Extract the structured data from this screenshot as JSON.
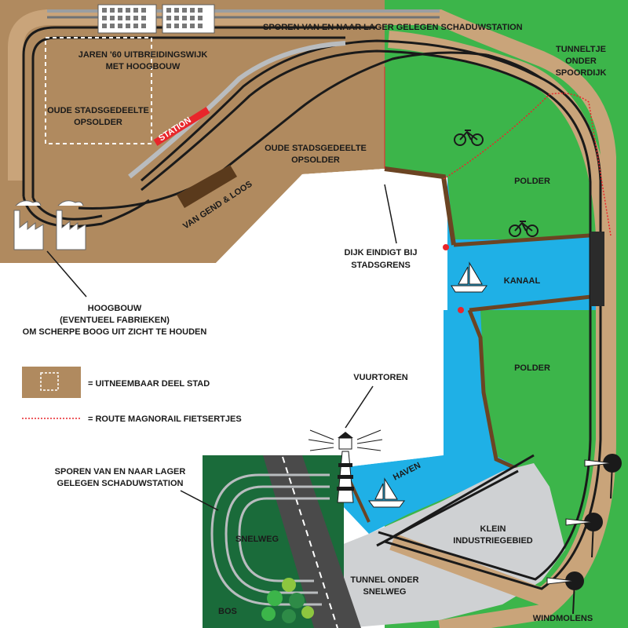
{
  "colors": {
    "city": "#b08a5f",
    "polder": "#3cb54a",
    "water": "#1fb0e6",
    "forest": "#1a6b3a",
    "industry": "#cfd1d3",
    "road": "#4a4a4a",
    "dike": "#6b4423",
    "track": "#1a1a1a",
    "station": "#e8262b",
    "bike_route": "#e8262b"
  },
  "labels": {
    "top_track": "SPOREN VAN EN NAAR LAGER GELEGEN SCHADUWSTATION",
    "jaren60": [
      "JAREN '60 UITBREIDINGSWIJK",
      "MET HOOGBOUW"
    ],
    "oude_stad_left": [
      "OUDE STADSGEDEELTE",
      "OPSOLDER"
    ],
    "station": "STATION",
    "oude_stad_right": [
      "OUDE STADSGEDEELTE",
      "OPSOLDER"
    ],
    "van_gend": "VAN GEND & LOOS",
    "tunneltje": [
      "TUNNELTJE",
      "ONDER",
      "SPOORDIJK"
    ],
    "polder_top": "POLDER",
    "dijk": [
      "DIJK EINDIGT BIJ",
      "STADSGRENS"
    ],
    "kanaal": "KANAAL",
    "polder_bottom": "POLDER",
    "hoogbouw": [
      "HOOGBOUW",
      "(EVENTUEEL FABRIEKEN)",
      "OM SCHERPE BOOG UIT ZICHT TE HOUDEN"
    ],
    "vuurtoren": "VUURTOREN",
    "haven": "HAVEN",
    "industrie": [
      "KLEIN",
      "INDUSTRIEGEBIED"
    ],
    "sporen_bottom": [
      "SPOREN VAN EN NAAR LAGER",
      "GELEGEN SCHADUWSTATION"
    ],
    "snelweg": "SNELWEG",
    "bos": "BOS",
    "tunnel_snelweg": [
      "TUNNEL ONDER",
      "SNELWEG"
    ],
    "windmolens": "WINDMOLENS"
  },
  "legend": {
    "items": [
      {
        "icon": "removable-city-swatch",
        "label": "= UITNEEMBAAR DEEL STAD"
      },
      {
        "icon": "bike-route-line",
        "label": "= ROUTE MAGNORAIL FIETSERTJES"
      }
    ]
  }
}
